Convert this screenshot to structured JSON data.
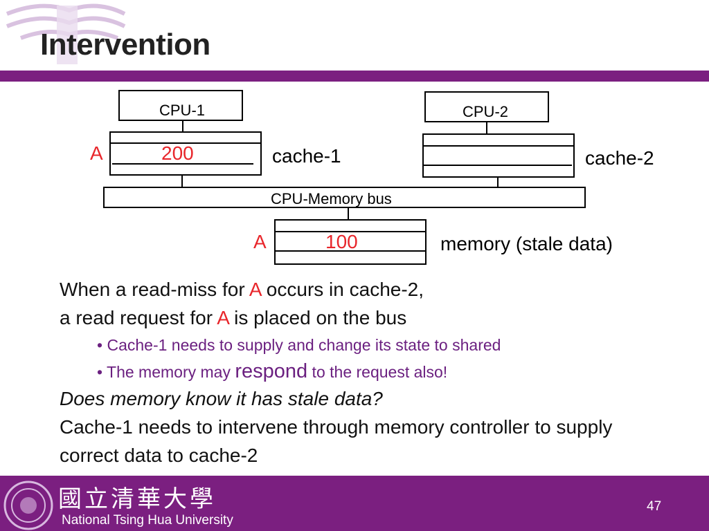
{
  "slide": {
    "title": "Intervention",
    "page_number": "47"
  },
  "diagram": {
    "cpu1_label": "CPU-1",
    "cpu2_label": "CPU-2",
    "cache1_label": "cache-1",
    "cache2_label": "cache-2",
    "bus_label": "CPU-Memory bus",
    "memory_label": "memory (stale data)",
    "cache1_addr": "A",
    "cache1_value": "200",
    "memory_addr": "A",
    "memory_value": "100"
  },
  "text": {
    "line1_pre": "When a read-miss for ",
    "line1_A": "A",
    "line1_post": " occurs in cache-2,",
    "line2_pre": "a read request for ",
    "line2_A": "A",
    "line2_post": " is placed on the bus",
    "bullet1": "Cache-1 needs to supply and change its state to shared",
    "bullet2_pre": "The memory may ",
    "bullet2_word": "respond",
    "bullet2_post": " to the request also!",
    "question": "Does memory know it has stale data?",
    "line3": "Cache-1 needs to intervene through memory controller to supply",
    "line4": "correct data to cache-2"
  },
  "footer": {
    "university_en": "National Tsing Hua University",
    "university_cn": "國立清華大學"
  },
  "colors": {
    "brand_purple": "#7b1f80",
    "highlight_red": "#e8262b",
    "bullet_purple": "#6b2080"
  }
}
